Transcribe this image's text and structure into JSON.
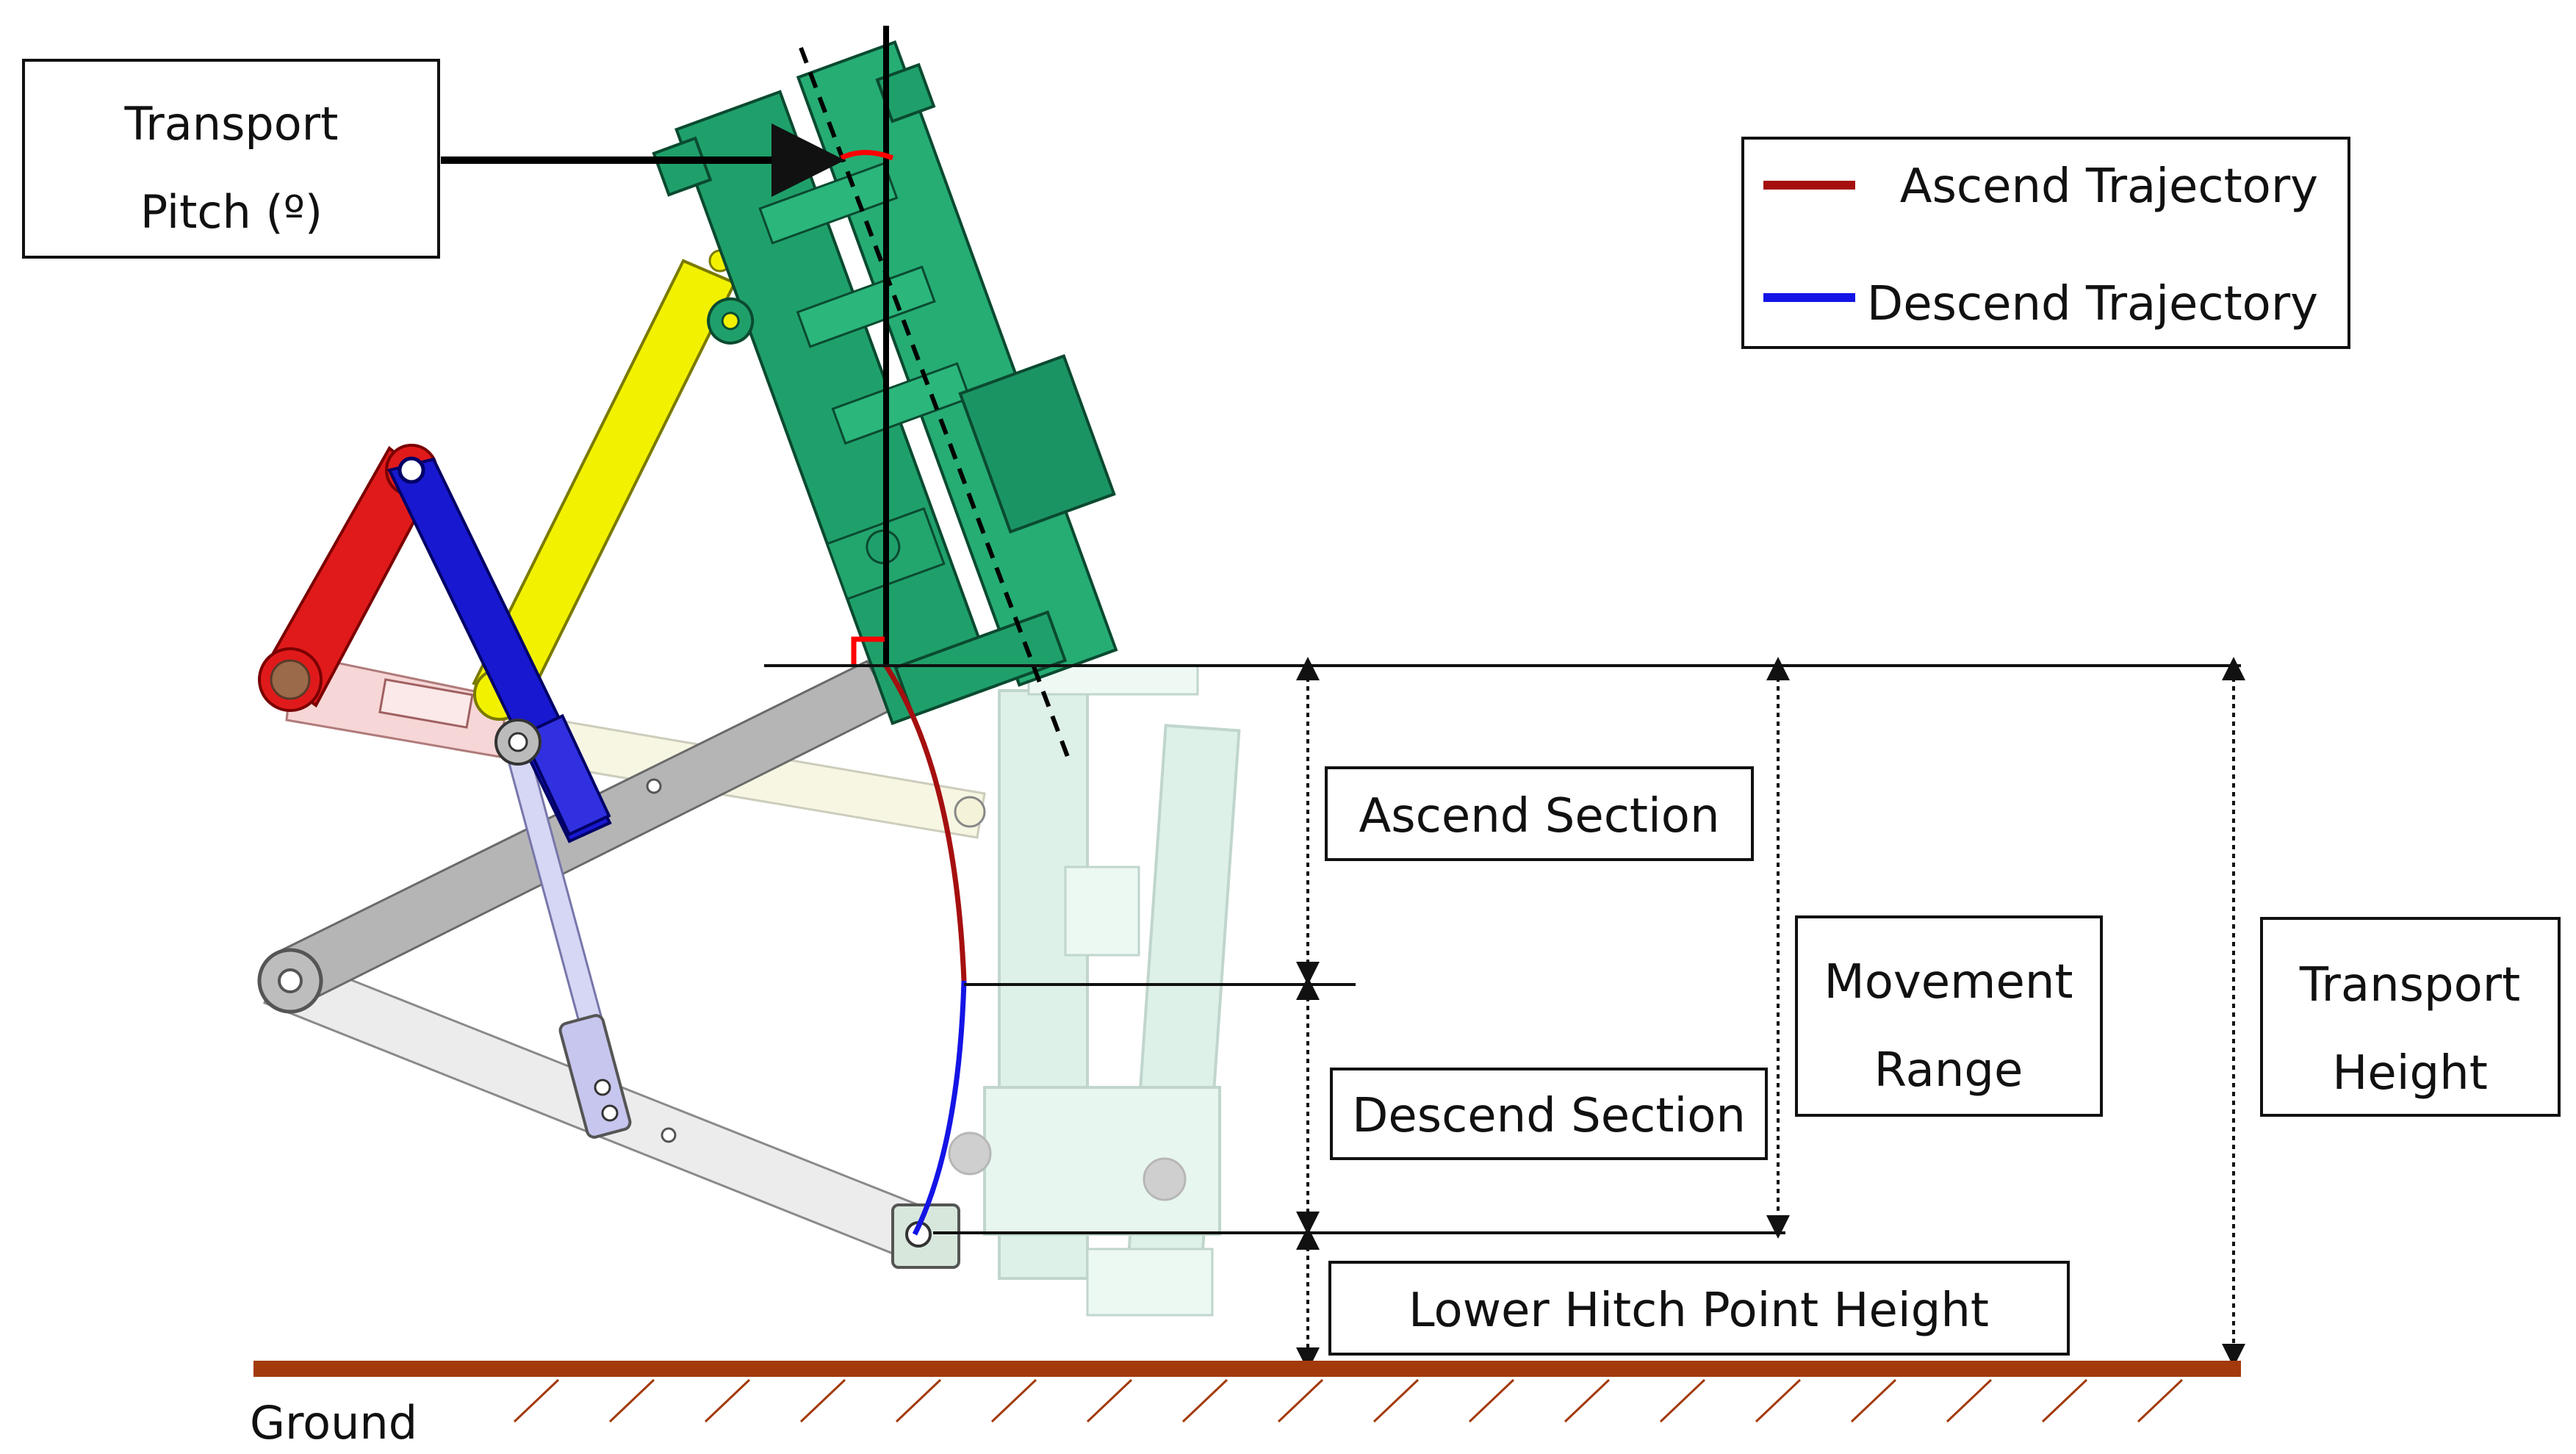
{
  "labels": {
    "transport_pitch_line1": "Transport",
    "transport_pitch_line2": "Pitch (º)",
    "ascend_section": "Ascend Section",
    "descend_section": "Descend Section",
    "movement_range_line1": "Movement",
    "movement_range_line2": "Range",
    "transport_height_line1": "Transport",
    "transport_height_line2": "Height",
    "lower_hitch_point_height": "Lower Hitch Point Height",
    "ground": "Ground"
  },
  "legend": {
    "items": [
      {
        "label": "Ascend Trajectory",
        "color": "#a50f0f"
      },
      {
        "label": "Descend Trajectory",
        "color": "#1414e6"
      }
    ]
  },
  "colors": {
    "implement": "#1fa06a",
    "lift_rod": "#f0f000",
    "top_link": "#e01010",
    "hydraulic_link": "#1a1ad8",
    "lower_link": "#a8a8a8",
    "ground": "#a33a0c",
    "pitch_arc": "#ff0000"
  }
}
